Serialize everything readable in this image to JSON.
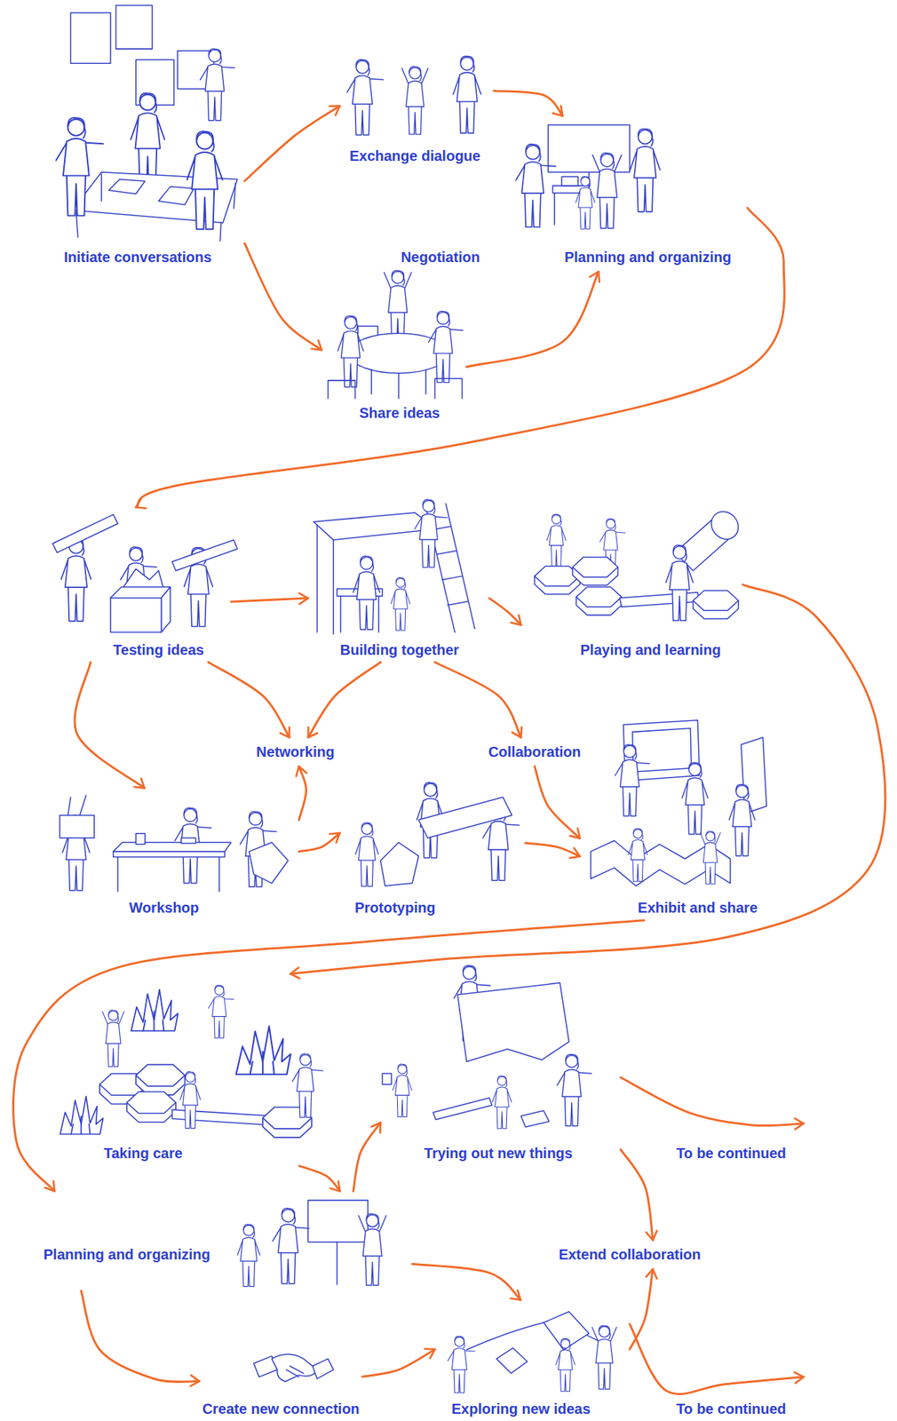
{
  "diagram": {
    "nodes": [
      {
        "text": [
          "Initiate conversations"
        ]
      },
      {
        "text": [
          "Exchange dialogue"
        ]
      },
      {
        "text": [
          "Planning and organizing"
        ]
      },
      {
        "text": [
          "Share ideas"
        ]
      },
      {
        "text": [
          "Testing ideas"
        ]
      },
      {
        "text": [
          "Building together"
        ]
      },
      {
        "text": [
          "Playing and learning"
        ]
      },
      {
        "text": [
          "Networking"
        ]
      },
      {
        "text": [
          "Collaboration"
        ]
      },
      {
        "text": [
          "Workshop"
        ]
      },
      {
        "text": [
          "Prototyping"
        ]
      },
      {
        "text": [
          "Exhibit and share"
        ]
      },
      {
        "text": [
          "Taking care"
        ]
      },
      {
        "text": [
          "Trying out new things"
        ]
      },
      {
        "text": [
          "To be continued"
        ]
      },
      {
        "text": [
          "Planning and organizing"
        ]
      },
      {
        "text": [
          "Extend collaboration"
        ]
      },
      {
        "text": [
          "Create new connection"
        ]
      },
      {
        "text": [
          "Exploring new ideas"
        ]
      },
      {
        "text": [
          "To be continued"
        ]
      }
    ],
    "edges": [
      {
        "from": 0,
        "to": 1,
        "arrow": "to"
      },
      {
        "from": 0,
        "to": 3,
        "arrow": "to"
      },
      {
        "from": 1,
        "to": 2,
        "arrow": "to"
      },
      {
        "from": 3,
        "to": 2,
        "arrow": "to"
      },
      {
        "from": 2,
        "to": 4,
        "arrow": "to"
      },
      {
        "from": 4,
        "to": 5,
        "arrow": "to"
      },
      {
        "from": 5,
        "to": 6,
        "arrow": "to"
      },
      {
        "from": 4,
        "to": 7,
        "arrow": "to"
      },
      {
        "from": 5,
        "to": 7,
        "arrow": "to"
      },
      {
        "from": 5,
        "to": 8,
        "arrow": "to"
      },
      {
        "from": 4,
        "to": 9,
        "arrow": "to"
      },
      {
        "from": 9,
        "to": 7,
        "arrow": "to"
      },
      {
        "from": 9,
        "to": 10,
        "arrow": "to"
      },
      {
        "from": 10,
        "to": 11,
        "arrow": "to"
      },
      {
        "from": 8,
        "to": 11,
        "arrow": "to"
      },
      {
        "from": 6,
        "to": 12,
        "arrow": "to"
      },
      {
        "from": 11,
        "to": 15,
        "arrow": "to"
      },
      {
        "from": 12,
        "to": 15,
        "arrow": "to"
      },
      {
        "from": 15,
        "to": 13,
        "arrow": "to"
      },
      {
        "from": 15,
        "to": 18,
        "arrow": "to"
      },
      {
        "from": 15,
        "to": 17,
        "arrow": "to"
      },
      {
        "from": 17,
        "to": 18,
        "arrow": "to"
      },
      {
        "from": 13,
        "to": 14,
        "arrow": "to"
      },
      {
        "from": 13,
        "to": 16,
        "arrow": "to"
      },
      {
        "from": 18,
        "to": 16,
        "arrow": "to"
      },
      {
        "from": 18,
        "to": 19,
        "arrow": "to"
      }
    ],
    "labels": [
      "Negotiation"
    ]
  }
}
